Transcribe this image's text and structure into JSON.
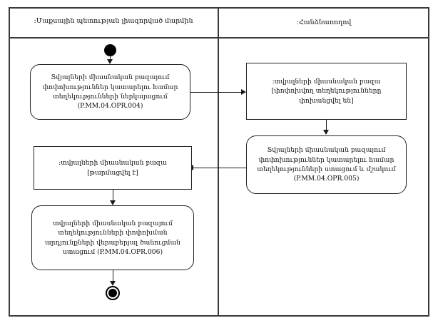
{
  "diagram": {
    "type": "uml-activity-diagram",
    "lanes": [
      {
        "id": "lane-left",
        "title": ":Մաքսային պետության լիազորված մարմին"
      },
      {
        "id": "lane-right",
        "title": ":Հանձնառողով"
      }
    ],
    "nodes": {
      "initial": {
        "kind": "initial-node",
        "lane": "lane-left"
      },
      "final": {
        "kind": "final-node",
        "lane": "lane-left"
      },
      "action_opr004": {
        "kind": "action",
        "lane": "lane-left",
        "text": "Տվյալների միասնական բազայում փոփոխություններ կատարելու համար տեղեկությունների ներկայացում (P.MM.04.OPR.004)",
        "code": "P.MM.04.OPR.004"
      },
      "object_transferred": {
        "kind": "object-node",
        "lane": "lane-right",
        "text": ":տվյալների միասնական բազա [փոփոխվող տեղեկությունները փոխանցվել են]"
      },
      "action_opr005": {
        "kind": "action",
        "lane": "lane-right",
        "text": "Տվյալների միասնական բազայում փոփոխություններ կատարելու համար տեղեկությունների ստացում և մշակում (P.MM.04.OPR.005)",
        "code": "P.MM.04.OPR.005"
      },
      "object_updated": {
        "kind": "object-node",
        "lane": "lane-left",
        "text": ":տվյալների միասնական բազա [թարմացվել է]"
      },
      "action_opr006": {
        "kind": "action",
        "lane": "lane-left",
        "text": "տվյալների միասնական բազայում տեղեկությունների փոփոխման արդյունքների վերաբերյալ ծանուցման ստացում (P.MM.04.OPR.006)",
        "code": "P.MM.04.OPR.006"
      }
    },
    "edges": [
      {
        "id": "e1",
        "from": "initial",
        "to": "action_opr004",
        "direction": "down"
      },
      {
        "id": "e2",
        "from": "action_opr004",
        "to": "object_transferred",
        "direction": "right"
      },
      {
        "id": "e3",
        "from": "object_transferred",
        "to": "action_opr005",
        "direction": "down"
      },
      {
        "id": "e4",
        "from": "action_opr005",
        "to": "object_updated",
        "direction": "left"
      },
      {
        "id": "e5",
        "from": "object_updated",
        "to": "action_opr006",
        "direction": "down"
      },
      {
        "id": "e6",
        "from": "action_opr006",
        "to": "final",
        "direction": "down"
      }
    ],
    "colors": {
      "frame": "#3a3a3a",
      "node_border": "#222222",
      "edge": "#1a1a1a",
      "background": "#ffffff",
      "text": "#111111"
    }
  }
}
